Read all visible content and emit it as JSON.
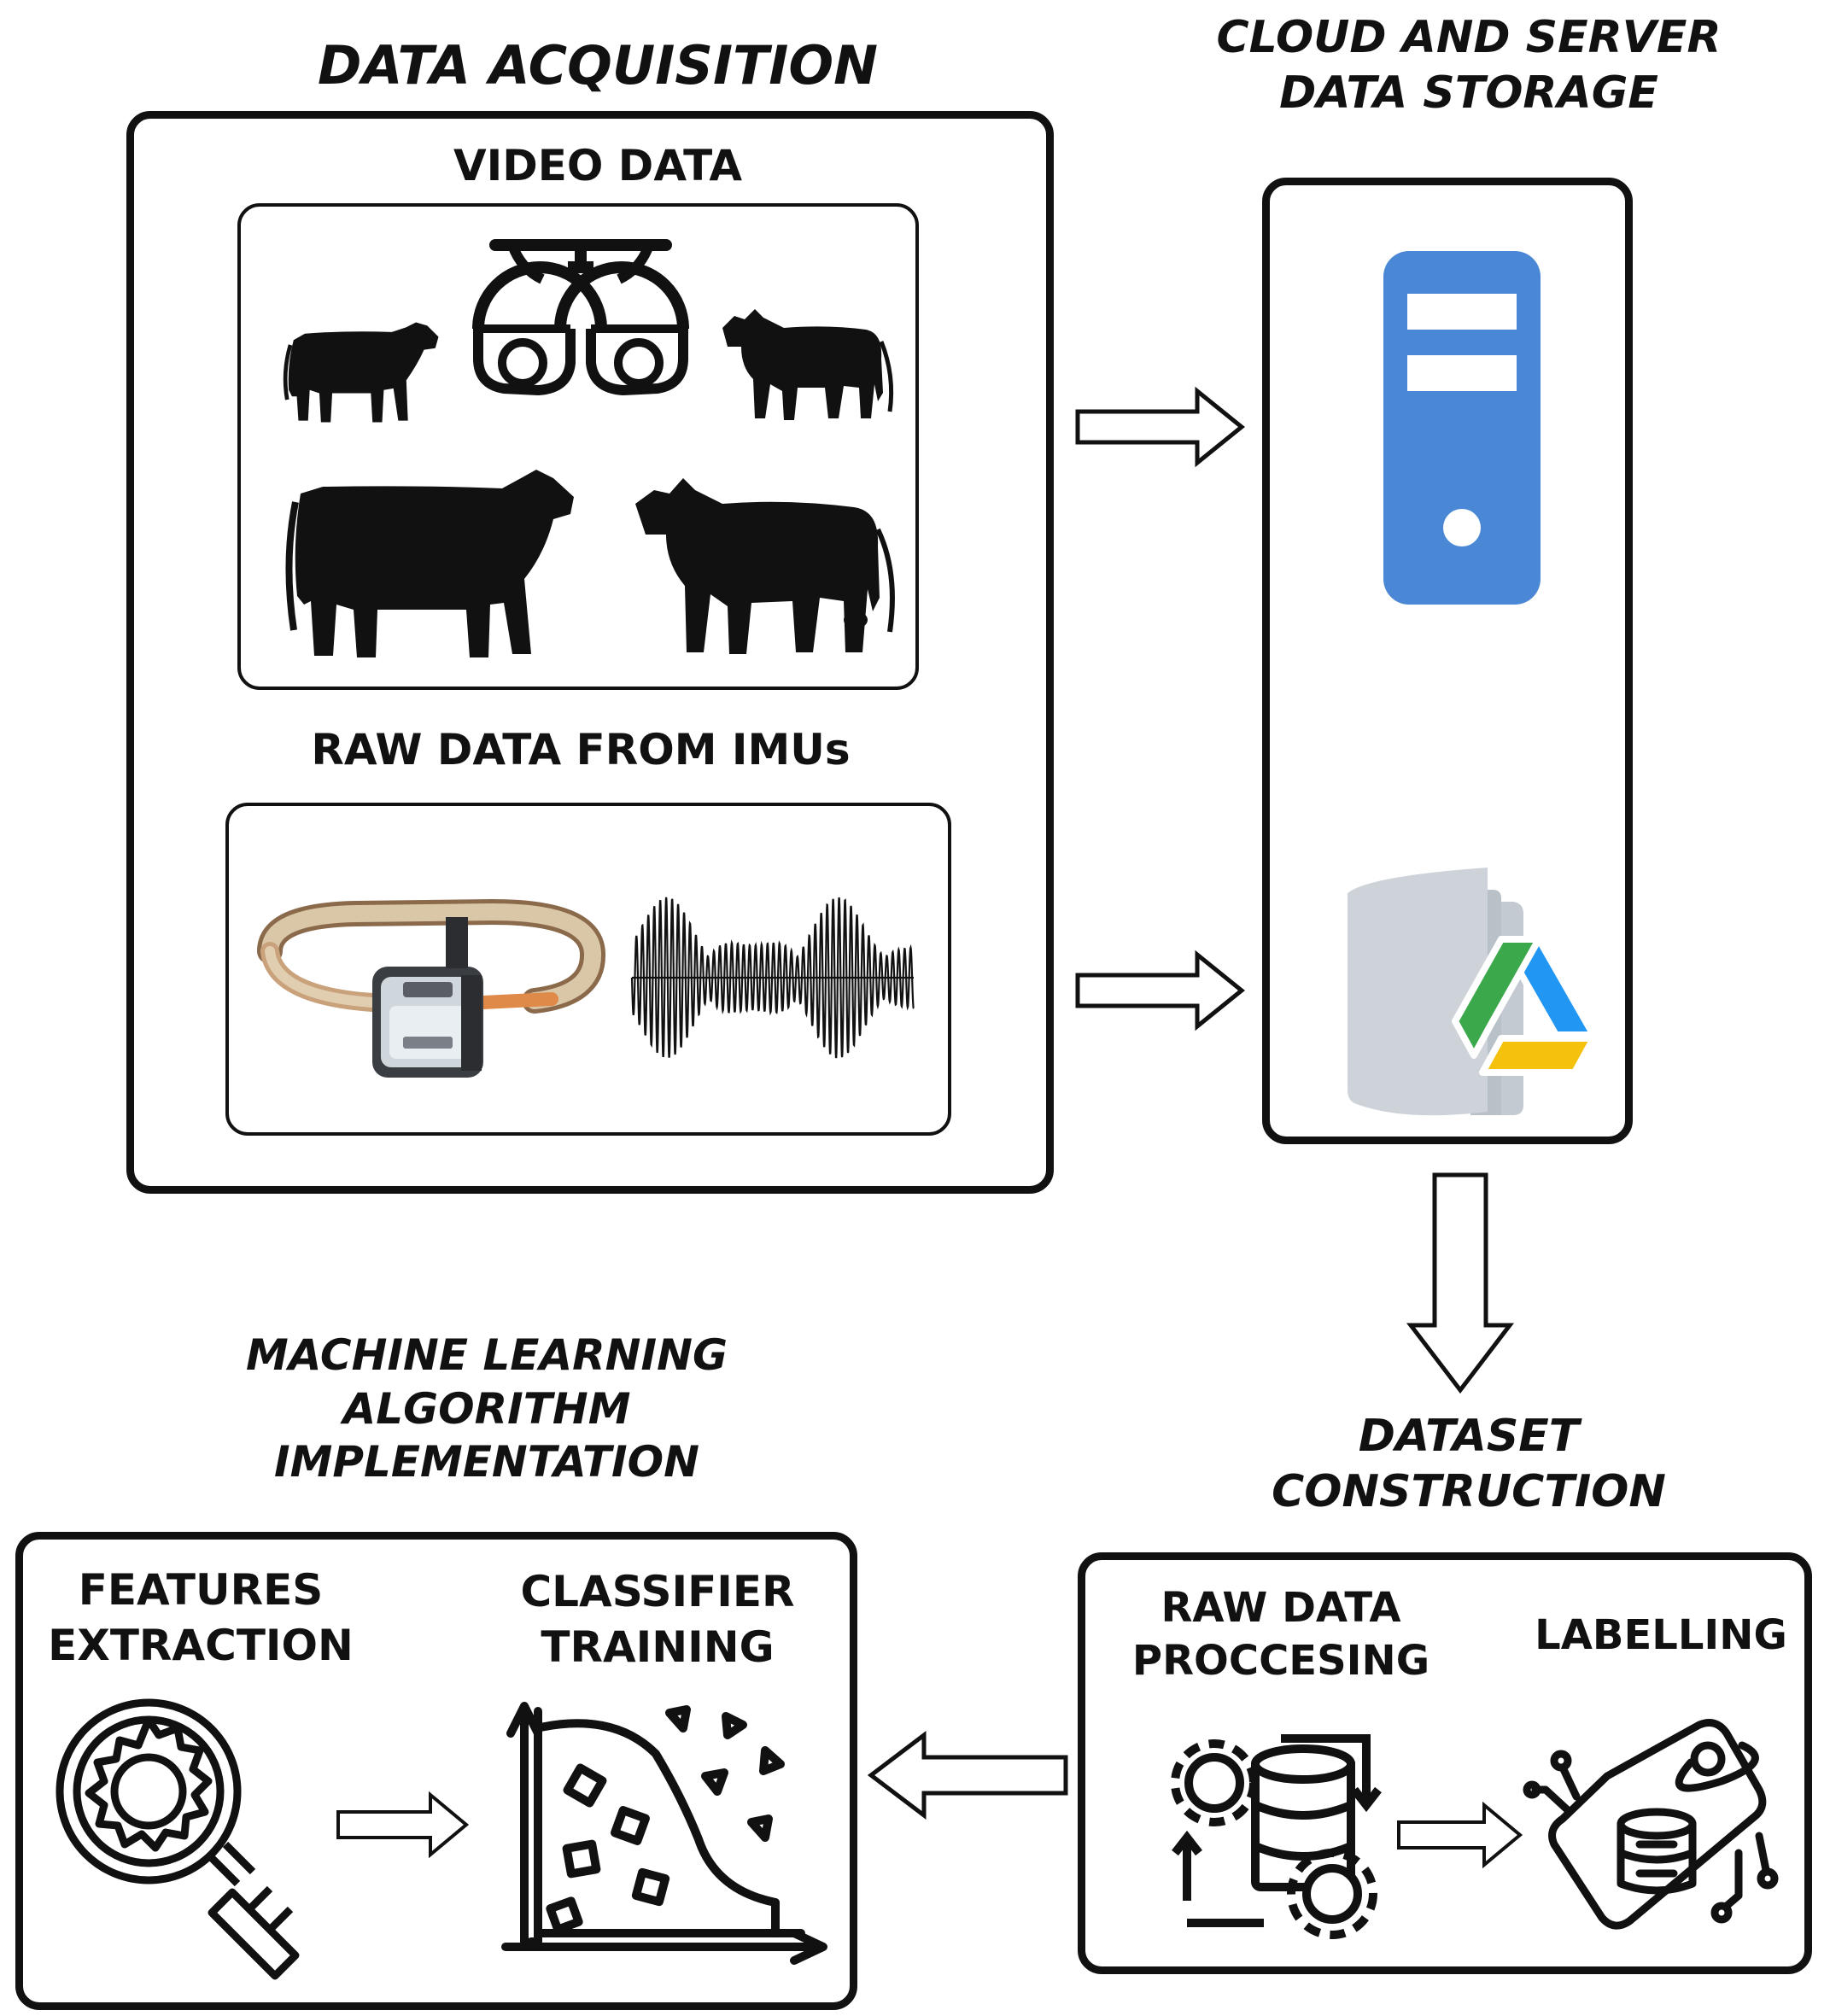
{
  "acquisition": {
    "title": "DATA ACQUISITION",
    "video_label": "VIDEO DATA",
    "imu_label": "RAW DATA FROM IMUs"
  },
  "storage": {
    "title_line1": "CLOUD AND SERVER",
    "title_line2": "DATA STORAGE"
  },
  "dataset": {
    "title_line1": "DATASET",
    "title_line2": "CONSTRUCTION",
    "processing_line1": "RAW DATA",
    "processing_line2": "PROCCESING",
    "labelling": "LABELLING"
  },
  "ml": {
    "title_line1": "MACHINE LEARNING",
    "title_line2": "ALGORITHM",
    "title_line3": "IMPLEMENTATION",
    "features_line1": "FEATURES",
    "features_line2": "EXTRACTION",
    "classifier_line1": "CLASSIFIER",
    "classifier_line2": "TRAINING"
  },
  "colors": {
    "server_blue": "#4a88d6",
    "folder_gray": "#cdd3d9",
    "drive_green": "#3aa84b",
    "drive_blue": "#2196f3",
    "drive_yellow": "#f4c20d"
  }
}
